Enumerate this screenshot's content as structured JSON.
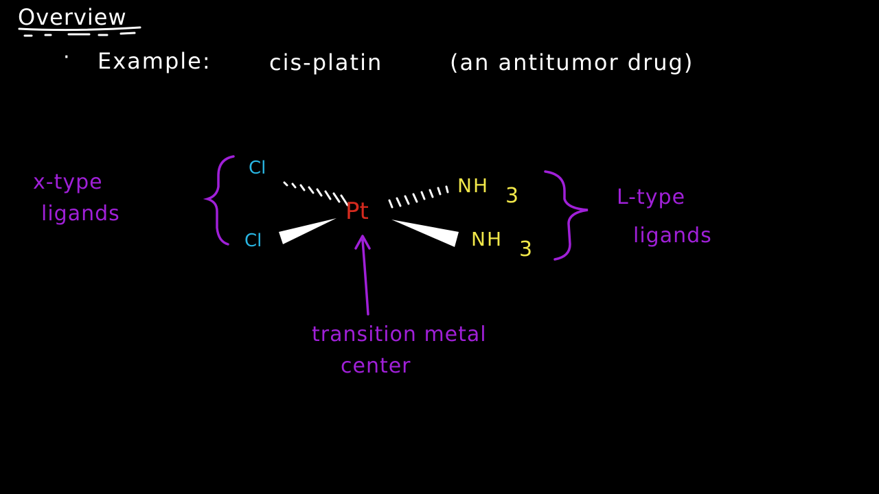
{
  "header": {
    "title": "Overview",
    "bullet": "·",
    "example_label": "Example:",
    "compound": "cis-platin",
    "description": "(an antitumor drug)"
  },
  "molecule": {
    "center": "Pt",
    "left_top": "Cl",
    "left_bottom": "Cl",
    "right_top": "NH",
    "right_top_sub": "3",
    "right_bottom": "NH",
    "right_bottom_sub": "3"
  },
  "annotations": {
    "x_type_line1": "x-type",
    "x_type_line2": "ligands",
    "l_type_line1": "L-type",
    "l_type_line2": "ligands",
    "metal_line1": "transition metal",
    "metal_line2": "center"
  },
  "colors": {
    "background": "#000000",
    "text": "#ffffff",
    "annotation": "#a020d8",
    "chlorine": "#29b6e3",
    "ammonia": "#f2e84a",
    "platinum": "#d42a1e"
  }
}
